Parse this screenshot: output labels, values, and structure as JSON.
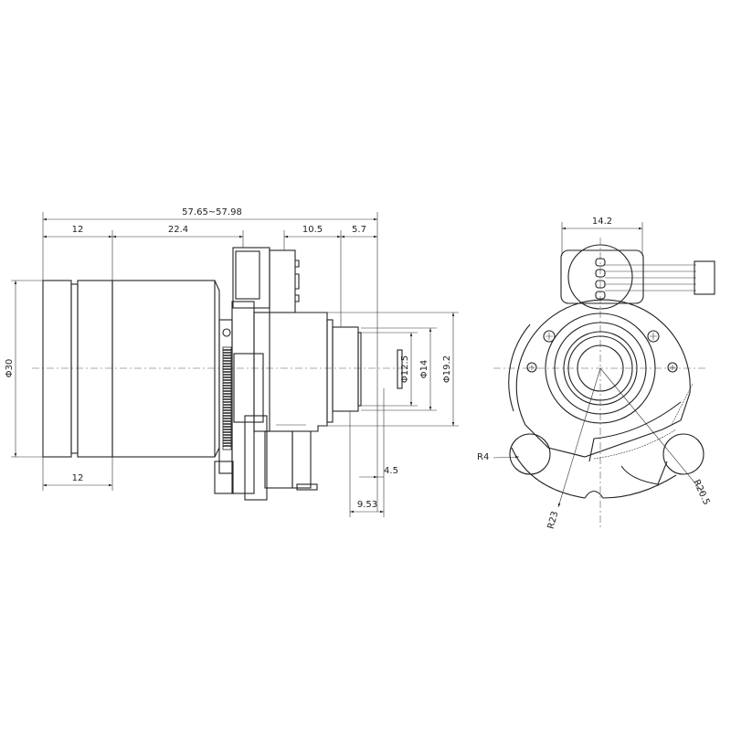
{
  "drawing": {
    "side_view": {
      "overall_length": "57.65~57.98",
      "front_ring_length": "12",
      "body_length": "22.4",
      "mount_length": "10.5",
      "rear_length": "5.7",
      "outer_diameter": "Φ30",
      "bottom_ring_length": "12",
      "rear_diameter_small": "Φ12.5",
      "rear_diameter_mid": "Φ14",
      "rear_diameter_large": "Φ19.2",
      "sensor_offset": "4.5",
      "back_focus": "9.53"
    },
    "rear_view": {
      "connector_width": "14.2",
      "lug_radius": "R4",
      "arc_radius_outer": "R23",
      "arc_radius_inner": "R20.5"
    },
    "colors": {
      "line": "#222222",
      "background": "#ffffff"
    }
  }
}
